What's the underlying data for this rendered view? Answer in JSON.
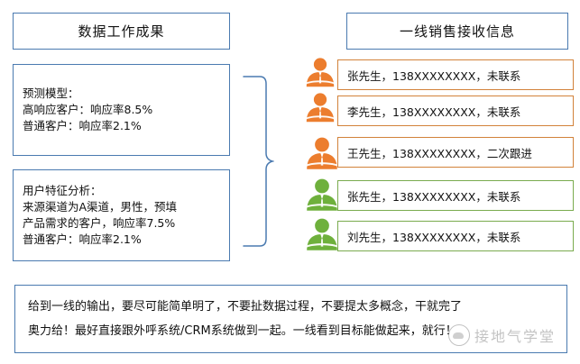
{
  "left_column": {
    "header": "数据工作成果",
    "cards": [
      {
        "name": "prediction-model-card",
        "text": "预测模型：\n高响应客户：响应率8.5%\n普通客户：响应率2.1%"
      },
      {
        "name": "user-feature-analysis-card",
        "text": "用户特征分析：\n来源渠道为A渠道，男性，预填\n产品需求的客户，响应率7.5%\n普通客户：响应率2.1%"
      }
    ]
  },
  "right_column": {
    "header": "一线销售接收信息",
    "rows": [
      {
        "label": "张先生，138XXXXXXXX，未联系",
        "status": "未联系",
        "color": "#d2823a",
        "icon": "person-icon"
      },
      {
        "label": "李先生，138XXXXXXXX，未联系",
        "status": "未联系",
        "color": "#d2823a",
        "icon": "person-icon"
      },
      {
        "label": "王先生，138XXXXXXXX，二次跟进",
        "status": "二次跟进",
        "color": "#d2823a",
        "icon": "person-icon"
      },
      {
        "label": "张先生，138XXXXXXXX，未联系",
        "status": "未联系",
        "color": "#7aab4e",
        "icon": "person-icon"
      },
      {
        "label": "刘先生，138XXXXXXXX，未联系",
        "status": "未联系",
        "color": "#7aab4e",
        "icon": "person-icon"
      }
    ]
  },
  "connector": {
    "name": "curly-brace",
    "color": "#4a7ab0"
  },
  "note": {
    "line1": "给到一线的输出，要尽可能简单明了，不要扯数据过程，不要提太多概念，干就完了",
    "line2": "奥力给！最好直接跟外呼系统/CRM系统做到一起。一线看到目标能做起来，就行！"
  },
  "watermark": {
    "text": "接地气学堂"
  },
  "colors": {
    "blue_border": "#4a7ab0",
    "orange": "#d2823a",
    "orange_icon": "#ec7d2e",
    "green": "#7aab4e",
    "green_icon": "#6eb03c",
    "text": "#111111"
  }
}
